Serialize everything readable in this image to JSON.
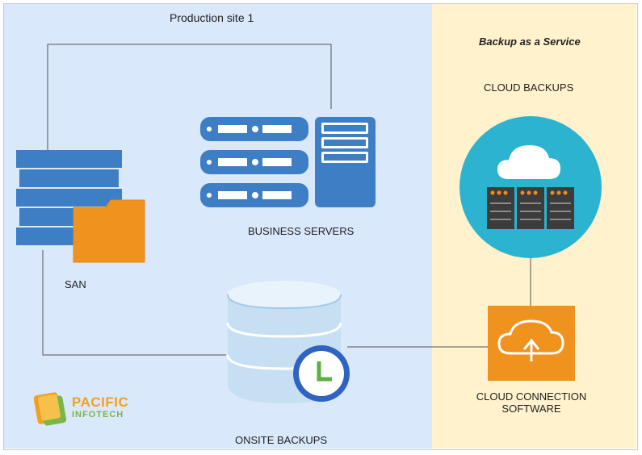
{
  "zones": {
    "production_title": "Production site 1",
    "baas_title": "Backup as a Service"
  },
  "nodes": {
    "san": "SAN",
    "business_servers": "BUSINESS SERVERS",
    "onsite_backups": "ONSITE BACKUPS",
    "cloud_backups": "CLOUD BACKUPS",
    "cloud_connection_line1": "CLOUD CONNECTION",
    "cloud_connection_line2": "SOFTWARE"
  },
  "logo": {
    "line1": "PACIFIC",
    "line2": "INFOTECH"
  },
  "colors": {
    "production_bg": "#dae8fc",
    "baas_bg": "#fff2cc",
    "server_blue": "#3d7ec4",
    "folder_orange": "#f0931e",
    "cloud_teal": "#2bb3d0",
    "connector": "#555555"
  },
  "icons": [
    "san-storage-icon",
    "folder-icon",
    "server-rack-icon",
    "database-icon",
    "clock-icon",
    "cloud-server-icon",
    "cloud-upload-icon",
    "logo-mark-icon"
  ]
}
